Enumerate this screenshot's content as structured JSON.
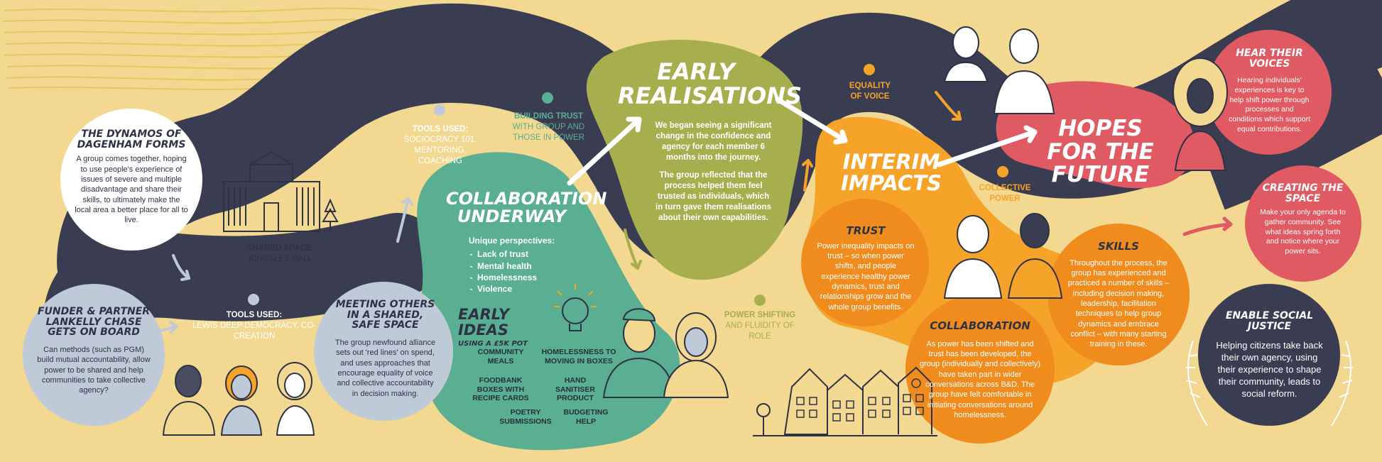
{
  "colors": {
    "background": "#f2d890",
    "road": "#3a3d52",
    "teal": "#5aae92",
    "olive": "#a7ae4e",
    "orange": "#f6a329",
    "orange_dark": "#f08c1e",
    "red": "#e05a63",
    "pale_blue": "#bfcad8",
    "white": "#ffffff"
  },
  "dynamos": {
    "title": "The Dynamos of Dagenham Forms",
    "text": "A group comes together, hoping to use people's experience of issues of severe and multiple disadvantage and share their skills, to ultimately make the local area a better place for all to live."
  },
  "funder": {
    "title": "Funder & Partner Lankelly Chase gets on board",
    "text": "Can methods (such as PGM) build mutual accountability, allow power to be shared and help communities to take collective agency?"
  },
  "shared_space": {
    "label": "Shared space:",
    "value": "Kingsley Hall"
  },
  "tools_used_1": {
    "label": "Tools used:",
    "value": "Lewis Deep Democracy, Co-creation"
  },
  "tools_used_2": {
    "label": "Tools used:",
    "value": "Sociocracy 101, Mentoring, Coaching"
  },
  "meeting": {
    "title": "Meeting others in a shared, safe space",
    "text": "The group newfound alliance sets out 'red lines' on spend, and uses approaches that encourage equality of voice and collective accountability in decision making."
  },
  "building_trust": {
    "line1": "Building trust",
    "line2": "with group and those in power"
  },
  "collaboration_underway": {
    "title": "Collaboration underway",
    "subtitle": "Unique perspectives:",
    "items": [
      "Lack of trust",
      "Mental health",
      "Homelessness",
      "Violence"
    ]
  },
  "early_ideas": {
    "title": "Early ideas",
    "subtitle": "using a £5k pot",
    "ideas": [
      "Community meals",
      "Homelessness to moving in boxes",
      "Foodbank boxes with recipe cards",
      "Hand sanitiser product",
      "Poetry submissions",
      "Budgeting help"
    ]
  },
  "early_realisations": {
    "title": "Early realisations",
    "para1": "We began seeing a significant change in the confidence and agency for each member 6 months into the journey.",
    "para2": "The group reflected that the process helped them feel trusted as individuals, which in turn gave them realisations about their own capabilities."
  },
  "power_shifting": {
    "line1": "Power shifting",
    "line2": "and fluidity of role"
  },
  "equality_of_voice": {
    "line1": "Equality",
    "line2": "of voice"
  },
  "collective_power": {
    "line1": "Collective",
    "line2": "power"
  },
  "interim_impacts": {
    "title": "Interim impacts"
  },
  "trust": {
    "title": "Trust",
    "text": "Power inequality impacts on trust – so when power shifts, and people experience healthy power dynamics, trust and relationships grow and the whole group benefits."
  },
  "collaboration": {
    "title": "Collaboration",
    "text": "As power has been shifted and trust has been developed, the group (individually and collectively) have taken part in wider conversations across B&D. The group have felt comfortable in initiating conversations around homelessness."
  },
  "skills": {
    "title": "Skills",
    "text": "Throughout the process, the group has experienced and practiced a number of skills – including decision making, leadership, facilitation techniques to help group dynamics and embrace conflict – with many starting training in these."
  },
  "hopes": {
    "title": "Hopes for the future"
  },
  "hear_voices": {
    "title": "Hear their voices",
    "text": "Hearing individuals' experiences is key to help shift power through processes and conditions which support equal contributions."
  },
  "creating_space": {
    "title": "Creating the space",
    "text": "Make your only agenda to gather community. See what ideas spring forth and notice where your power sits."
  },
  "social_justice": {
    "title": "Enable social justice",
    "text": "Helping citizens take back their own agency, using their experience to shape their community, leads to social reform."
  }
}
